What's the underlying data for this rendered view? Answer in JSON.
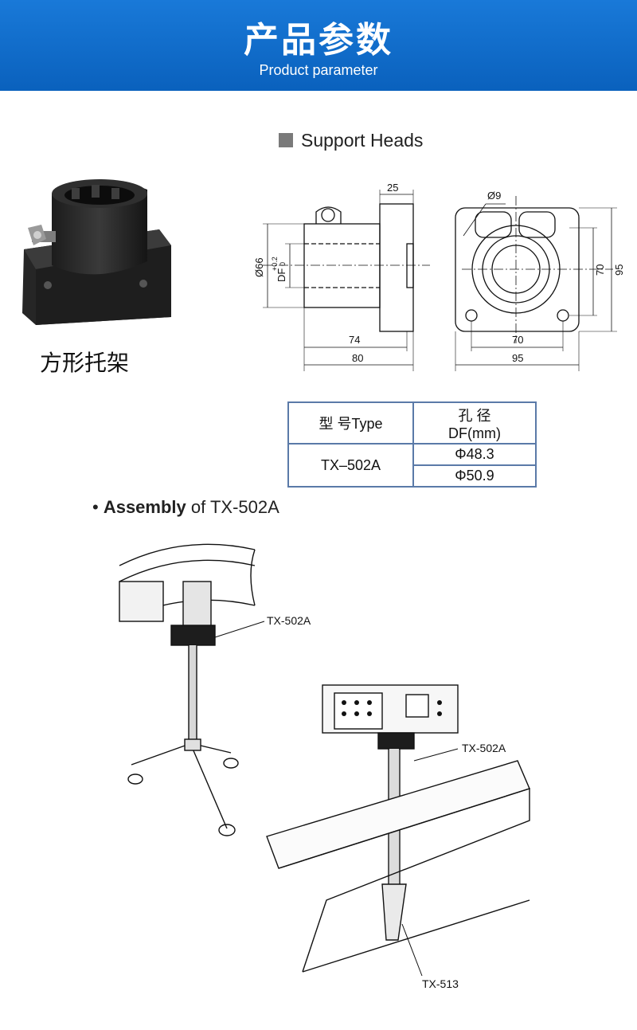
{
  "banner": {
    "title": "产品参数",
    "subtitle": "Product parameter"
  },
  "section": {
    "heading": "Support Heads"
  },
  "product": {
    "name": "方形托架",
    "photo_icon": "square-bracket-product-photo"
  },
  "drawing": {
    "side_view": {
      "top_width": "25",
      "diameter": "Ø66",
      "df_label": "DF",
      "df_tol_upper": "+0.2",
      "df_tol_lower": "0",
      "length_inner": "74",
      "length_total": "80"
    },
    "front_view": {
      "hole_diameter": "Ø9",
      "height_inner": "70",
      "height_total": "95",
      "width_inner": "70",
      "width_total": "95"
    }
  },
  "spec_table": {
    "header_type": "型 号Type",
    "header_bore_line1": "孔 径",
    "header_bore_line2": "DF(mm)",
    "model": "TX–502A",
    "bore_values": [
      "Φ48.3",
      "Φ50.9"
    ]
  },
  "assembly": {
    "bullet": "•",
    "title_bold": "Assembly",
    "title_rest": " of TX-502A",
    "callouts": {
      "stand": "TX-502A",
      "panel": "TX-502A",
      "bracket": "TX-513"
    }
  },
  "colors": {
    "banner_blue": "#0a61bd",
    "table_border": "#5a7aa8",
    "heading_square": "#7a7a7a"
  }
}
